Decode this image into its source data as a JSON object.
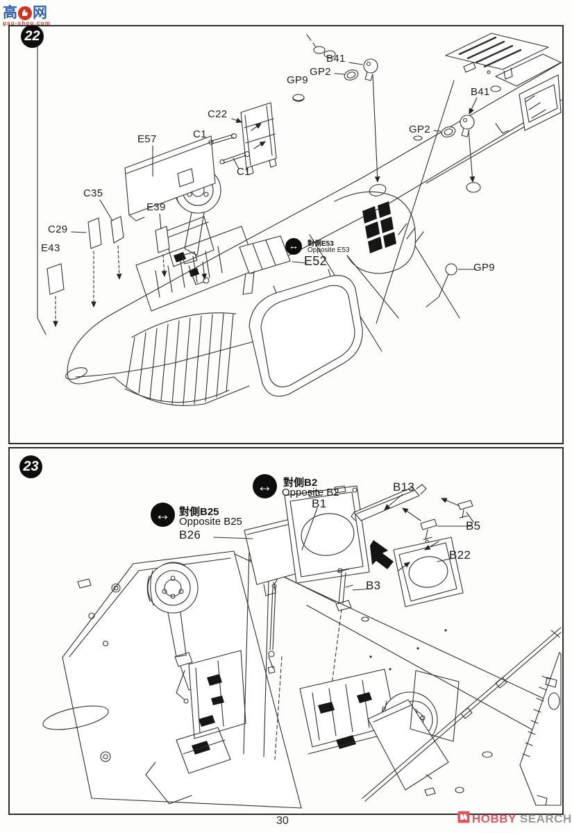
{
  "watermark": {
    "char_left": "高",
    "char_right": "网",
    "subtext": "gao-shou.com"
  },
  "colors": {
    "ink": "#1c1c1c",
    "watermark_blue": "#2f5fae",
    "watermark_red": "#d3321e",
    "logo_red": "#e2565e",
    "logo_gray": "#97989c"
  },
  "steps": [
    {
      "number": "22",
      "labels": [
        {
          "id": "b41-left",
          "text": "B41"
        },
        {
          "id": "gp2-left",
          "text": "GP2"
        },
        {
          "id": "gp9-left",
          "text": "GP9"
        },
        {
          "id": "b41-right",
          "text": "B41"
        },
        {
          "id": "gp2-right",
          "text": "GP2"
        },
        {
          "id": "gp9-right",
          "text": "GP9"
        },
        {
          "id": "c22",
          "text": "C22"
        },
        {
          "id": "c1-upper",
          "text": "C1"
        },
        {
          "id": "c1-lower",
          "text": "C1"
        },
        {
          "id": "e57",
          "text": "E57"
        },
        {
          "id": "c35",
          "text": "C35"
        },
        {
          "id": "e39",
          "text": "E39"
        },
        {
          "id": "c29",
          "text": "C29"
        },
        {
          "id": "e43",
          "text": "E43"
        },
        {
          "id": "e52",
          "text": "E52"
        }
      ],
      "note": {
        "cn": "對側E53",
        "en": "Opposite E53",
        "icon_glyph": "↔"
      }
    },
    {
      "number": "23",
      "labels": [
        {
          "id": "b1",
          "text": "B1"
        },
        {
          "id": "b13",
          "text": "B13"
        },
        {
          "id": "b26",
          "text": "B26"
        },
        {
          "id": "b5",
          "text": "B5"
        },
        {
          "id": "b22",
          "text": "B22"
        },
        {
          "id": "b3",
          "text": "B3"
        }
      ],
      "notes": [
        {
          "cn": "對側B2",
          "en": "Opposite B2",
          "icon_glyph": "↔"
        },
        {
          "cn": "對側B25",
          "en": "Opposite B25",
          "icon_glyph": "↔"
        }
      ]
    }
  ],
  "footer": {
    "page_number": "30",
    "logo": {
      "text_primary": "HOBBY",
      "text_secondary": "SEARCH"
    }
  }
}
